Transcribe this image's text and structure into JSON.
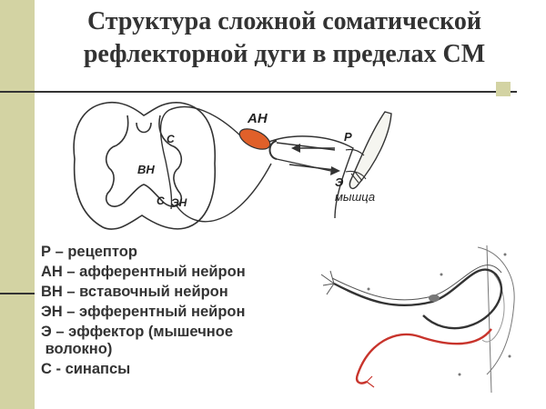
{
  "title": {
    "line1": "Структура сложной соматической",
    "line2": "рефлекторной дуги в пределах СМ"
  },
  "diagram_labels": {
    "afferent": "АН",
    "receptor": "Р",
    "effector": "Э",
    "synapse_upper": "С",
    "synapse_lower": "С",
    "interneuron": "ВН",
    "efferent": "ЭН",
    "muscle": "мышца"
  },
  "legend": [
    "Р – рецептор",
    "АН – афферентный нейрон",
    "ВН – вставочный нейрон",
    "ЭН – эфферентный нейрон",
    "Э – эффектор (мышечное\n волокно)",
    "С - синапсы"
  ],
  "colors": {
    "left_bar": "#d3d3a3",
    "text": "#333333",
    "afferent_body": "#e0602a",
    "efferent_fiber": "#c8342c"
  }
}
